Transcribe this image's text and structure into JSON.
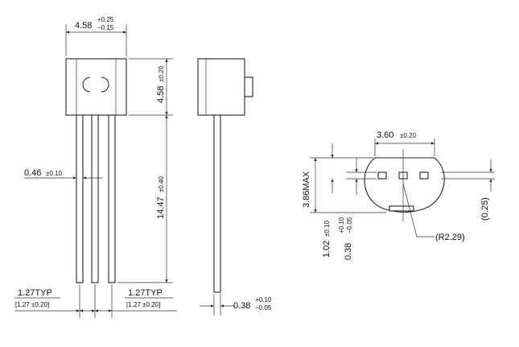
{
  "colors": {
    "ink": "#222222",
    "background": "#ffffff"
  },
  "front_view": {
    "body_width": {
      "nominal": "4.58",
      "tol_plus": "+0.25",
      "tol_minus": "−0.15"
    },
    "body_height": {
      "nominal": "4.58",
      "tol": "±0.20"
    },
    "lead_length": {
      "nominal": "14.47",
      "tol": "±0.40"
    },
    "lead_width": {
      "nominal": "0.46",
      "tol": "±0.10"
    },
    "pitch_left": {
      "typ": "1.27TYP",
      "bracket": "[1.27 ±0.20]"
    },
    "pitch_right": {
      "typ": "1.27TYP",
      "bracket": "[1.27 ±0.20]"
    }
  },
  "side_view": {
    "lead_thickness": {
      "nominal": "0.38",
      "tol_plus": "+0.10",
      "tol_minus": "−0.05"
    }
  },
  "bottom_view": {
    "flat_width": {
      "nominal": "3.60",
      "tol": "±0.20"
    },
    "max_height": "3.86MAX",
    "lead_offset": {
      "nominal": "1.02",
      "tol": "±0.10"
    },
    "lead_thickness": {
      "nominal": "0.38",
      "tol_plus": "+0.10",
      "tol_minus": "−0.05"
    },
    "radius": "(R2.29)",
    "ref_height": "(0.25)"
  }
}
